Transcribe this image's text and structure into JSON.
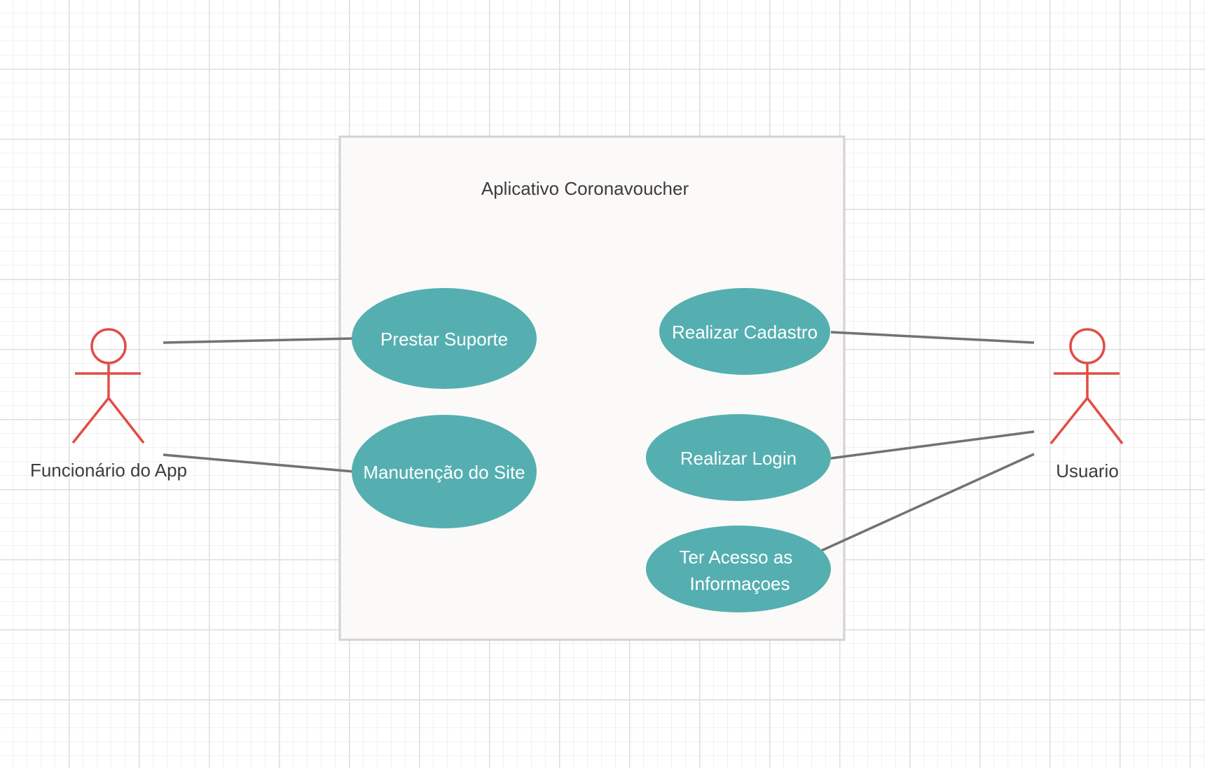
{
  "system": {
    "title": "Aplicativo Coronavoucher"
  },
  "actors": {
    "funcionario": {
      "label": "Funcionário do App"
    },
    "usuario": {
      "label": "Usuario"
    }
  },
  "use_cases": {
    "prestar_suporte": {
      "label": "Prestar Suporte"
    },
    "manutencao_site": {
      "label": "Manutenção do Site"
    },
    "realizar_cadastro": {
      "label": "Realizar Cadastro"
    },
    "realizar_login": {
      "label": "Realizar Login"
    },
    "ter_acesso": {
      "line1": "Ter Acesso as",
      "line2": "Informaçoes"
    }
  },
  "colors": {
    "use_case_fill": "#55afb0",
    "actor_stroke": "#e14d45",
    "association_line": "#727272",
    "system_boundary": "#d2d2d2",
    "system_fill": "#fbfaf9"
  }
}
